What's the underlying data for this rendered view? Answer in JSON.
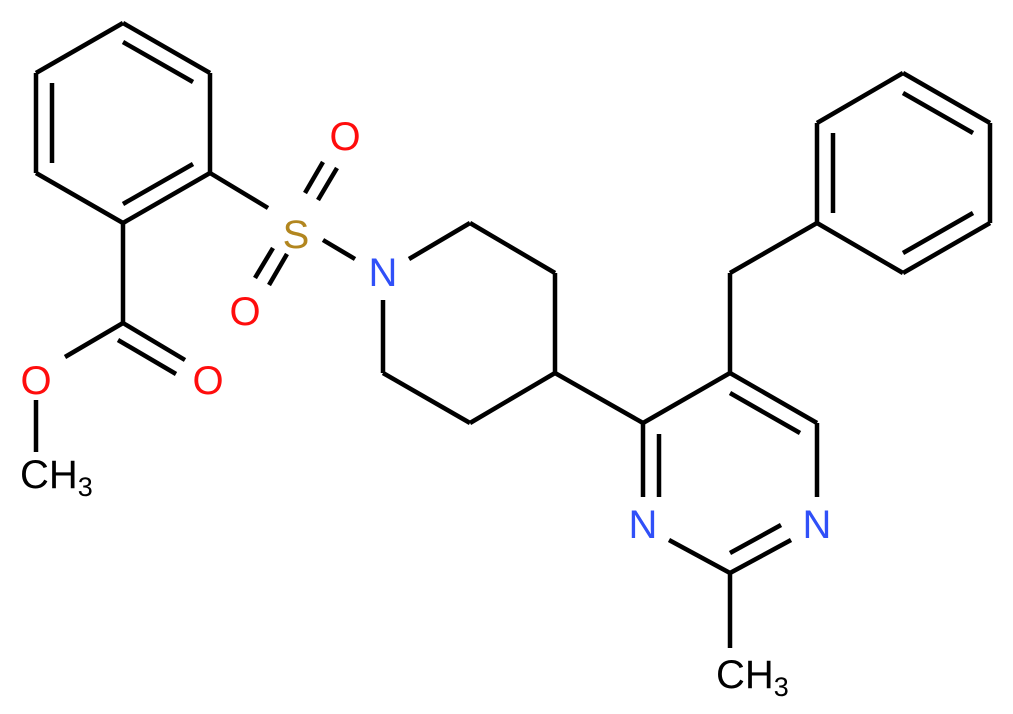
{
  "diagram": {
    "type": "chemical-structure",
    "colors": {
      "bond": "#000000",
      "oxygen": "#ff0d0d",
      "nitrogen": "#3050f8",
      "sulfur": "#b2861f",
      "carbon": "#000000",
      "background": "#ffffff"
    },
    "atoms": {
      "o_ester_single": "O",
      "o_ester_double": "O",
      "methoxy_c": "CH",
      "methoxy_sub": "3",
      "s": "S",
      "o_sulfonyl_top": "O",
      "o_sulfonyl_bottom": "O",
      "n_piperidine": "N",
      "n_pyrimidine_1": "N",
      "n_pyrimidine_3": "N",
      "methyl_c": "CH",
      "methyl_sub": "3"
    },
    "fragments": [
      "methyl benzoate",
      "sulfonyl",
      "piperidine",
      "2-methylpyrimidine",
      "benzyl"
    ]
  }
}
